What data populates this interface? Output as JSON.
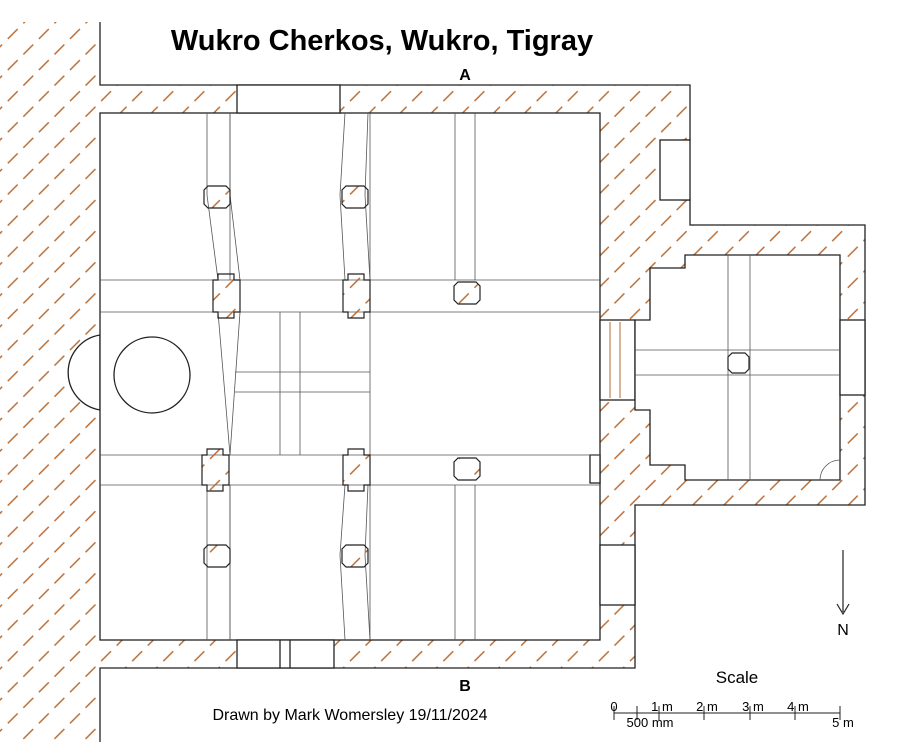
{
  "title": "Wukro Cherkos, Wukro, Tigray",
  "section_labels": {
    "top": "A",
    "bottom": "B"
  },
  "north_label": "N",
  "scale": {
    "title": "Scale",
    "ticks": [
      "0",
      "1 m",
      "2 m",
      "3 m",
      "4 m",
      "5 m"
    ],
    "sub_label": "500 mm"
  },
  "credit": "Drawn by Mark Womersley 19/11/2024",
  "colors": {
    "hatch": "#b5652a",
    "line": "#222222"
  }
}
